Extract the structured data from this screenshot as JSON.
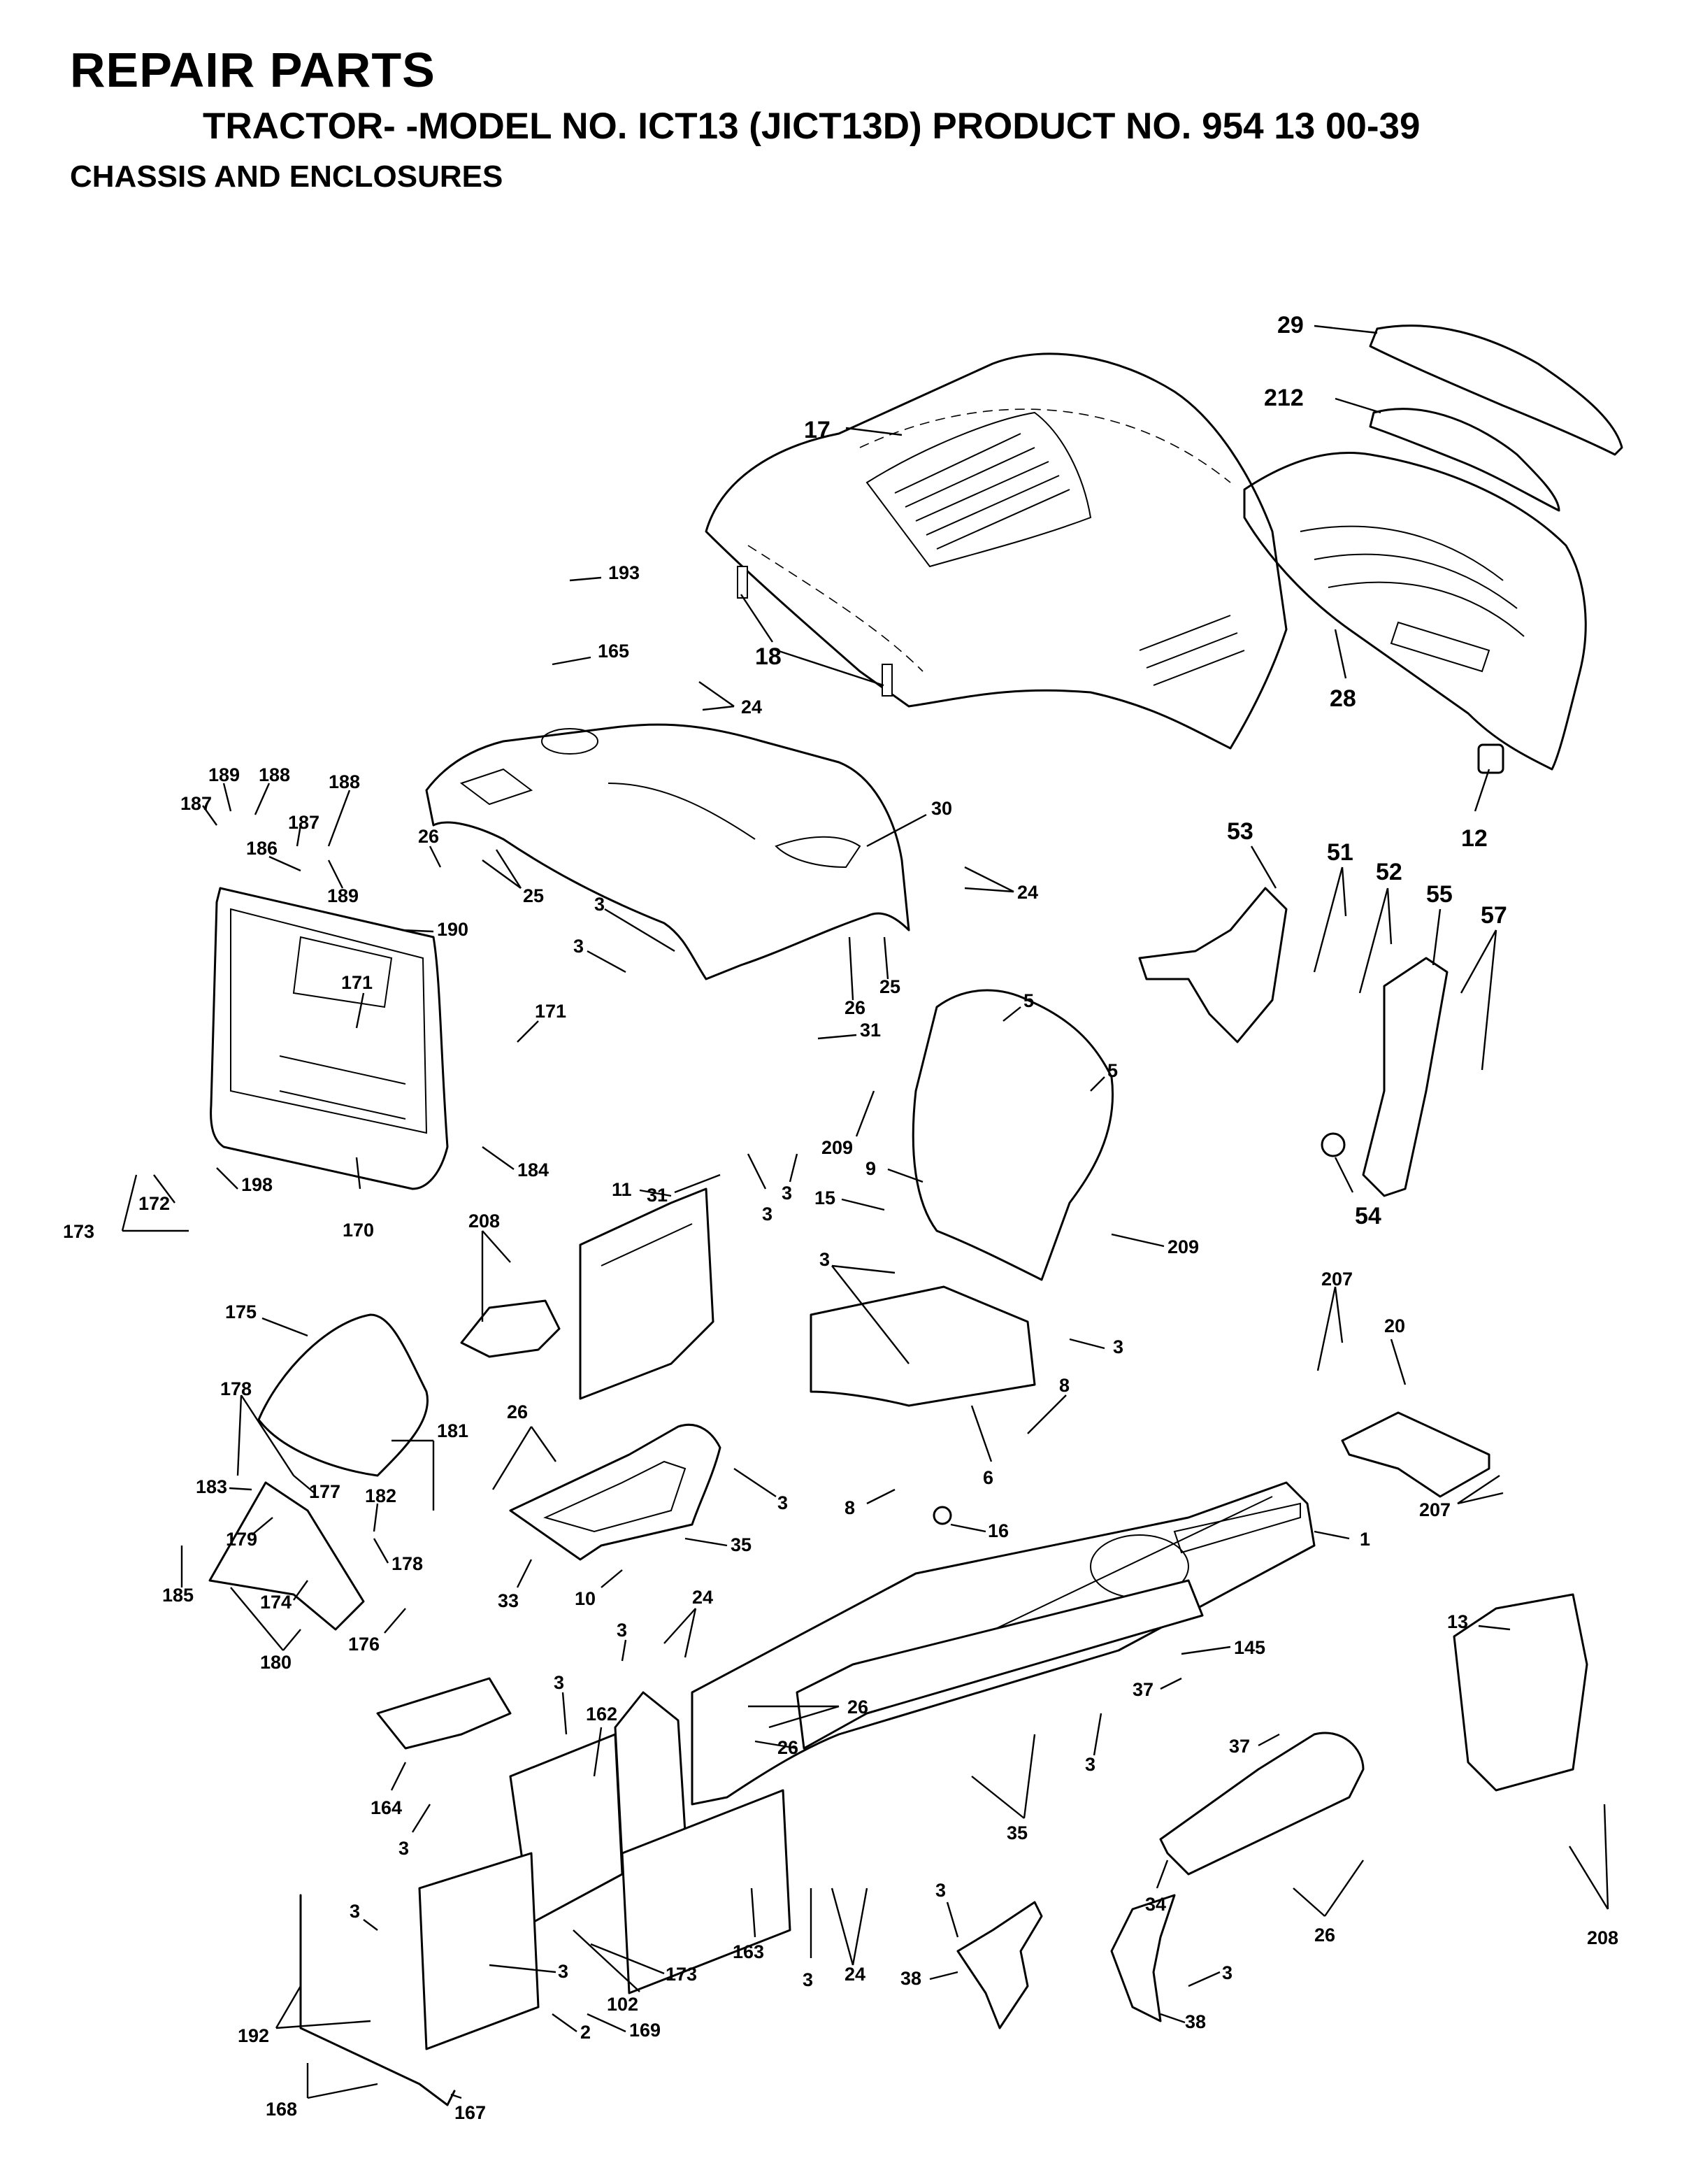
{
  "header": {
    "title": "REPAIR PARTS",
    "model_line": "TRACTOR- -MODEL NO. ICT13 (JICT13D) PRODUCT NO. 954 13 00-39",
    "section": "CHASSIS AND ENCLOSURES"
  },
  "callouts": {
    "c1": "1",
    "c2": "2",
    "c3": "3",
    "c5": "5",
    "c6": "6",
    "c8": "8",
    "c9": "9",
    "c10": "10",
    "c11": "11",
    "c12": "12",
    "c13": "13",
    "c15": "15",
    "c16": "16",
    "c17": "17",
    "c18": "18",
    "c20": "20",
    "c24": "24",
    "c25": "25",
    "c26": "26",
    "c28": "28",
    "c29": "29",
    "c30": "30",
    "c31": "31",
    "c33": "33",
    "c34": "34",
    "c35": "35",
    "c37": "37",
    "c38": "38",
    "c51": "51",
    "c52": "52",
    "c53": "53",
    "c54": "54",
    "c55": "55",
    "c57": "57",
    "c102": "102",
    "c145": "145",
    "c162": "162",
    "c163": "163",
    "c164": "164",
    "c165": "165",
    "c167": "167",
    "c168": "168",
    "c169": "169",
    "c170": "170",
    "c171": "171",
    "c172": "172",
    "c173": "173",
    "c174": "174",
    "c175": "175",
    "c176": "176",
    "c177": "177",
    "c178": "178",
    "c179": "179",
    "c180": "180",
    "c181": "181",
    "c182": "182",
    "c183": "183",
    "c184": "184",
    "c185": "185",
    "c186": "186",
    "c187": "187",
    "c188": "188",
    "c189": "189",
    "c190": "190",
    "c192": "192",
    "c193": "193",
    "c198": "198",
    "c207": "207",
    "c208": "208",
    "c209": "209",
    "c212": "212"
  }
}
